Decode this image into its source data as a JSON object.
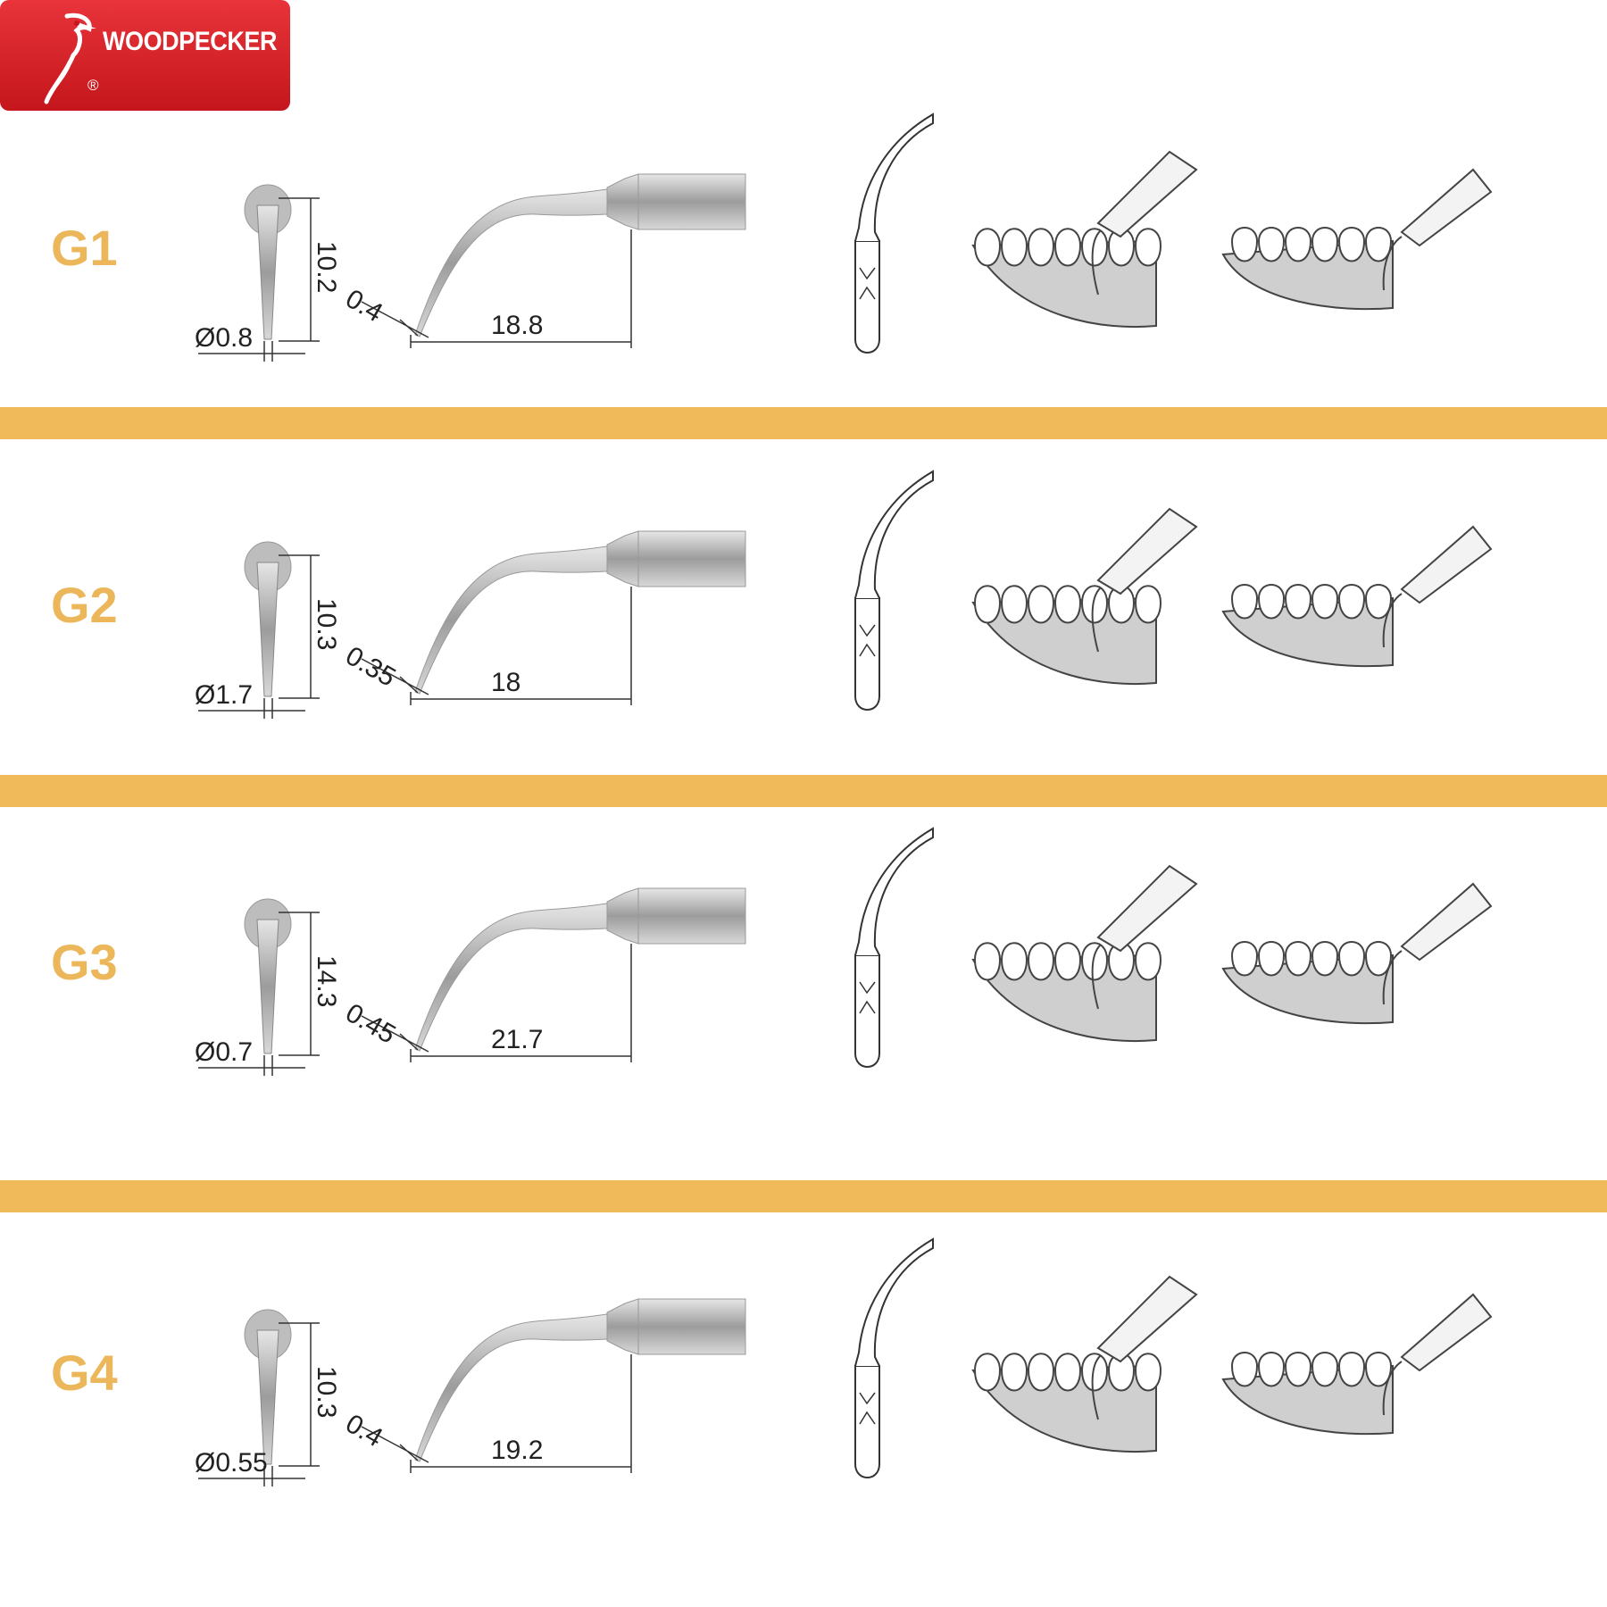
{
  "brand": {
    "name": "WOODPECKER",
    "registered": "®"
  },
  "colors": {
    "accent": "#f0b95a",
    "code_text": "#ecb65a",
    "logo_red": "#d2202a",
    "gum_gray": "#cfcfcf"
  },
  "tips": [
    {
      "code": "G1",
      "length": "10.2",
      "diameter": "Ø0.8",
      "thickness": "0.4",
      "reach": "18.8"
    },
    {
      "code": "G2",
      "length": "10.3",
      "diameter": "Ø1.7",
      "thickness": "0.35",
      "reach": "18"
    },
    {
      "code": "G3",
      "length": "14.3",
      "diameter": "Ø0.7",
      "thickness": "0.45",
      "reach": "21.7"
    },
    {
      "code": "G4",
      "length": "10.3",
      "diameter": "Ø0.55",
      "thickness": "0.4",
      "reach": "19.2"
    }
  ]
}
